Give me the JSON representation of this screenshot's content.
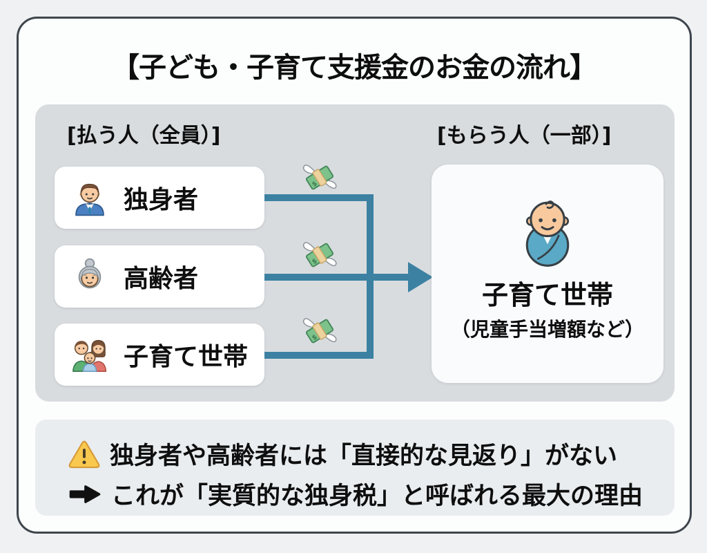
{
  "title": "【子ども・子育て支援金のお金の流れ】",
  "colors": {
    "page_bg": "#eff1f2",
    "card_bg": "#fcfdfd",
    "card_border": "#3e454c",
    "panel_bg": "#d8dcdf",
    "note_bg": "#e9edf0",
    "payer_box_bg": "#ffffff",
    "recipient_box_bg": "#fafbfd",
    "flow_line": "#3c81a2",
    "warning_yellow": "#f8c94e",
    "text": "#0e0e0e"
  },
  "flow": {
    "payers": {
      "label": "[払う人（全員）]",
      "items": [
        {
          "label": "独身者",
          "icon": "businessman-icon"
        },
        {
          "label": "高齢者",
          "icon": "elderly-woman-icon"
        },
        {
          "label": "子育て世帯",
          "icon": "family-icon"
        }
      ]
    },
    "receivers": {
      "label": "[もらう人（一部）]",
      "recipient": {
        "icon": "baby-icon",
        "title": "子育て世帯",
        "subtitle": "（児童手当増額など）"
      }
    },
    "money_icon": "money-with-wings-icon"
  },
  "note": {
    "line1": {
      "icon": "warning-icon",
      "text": "独身者や高齢者には「直接的な見返り」がない"
    },
    "line2": {
      "icon": "black-right-arrow-icon",
      "text": "これが「実質的な独身税」と呼ばれる最大の理由"
    }
  }
}
